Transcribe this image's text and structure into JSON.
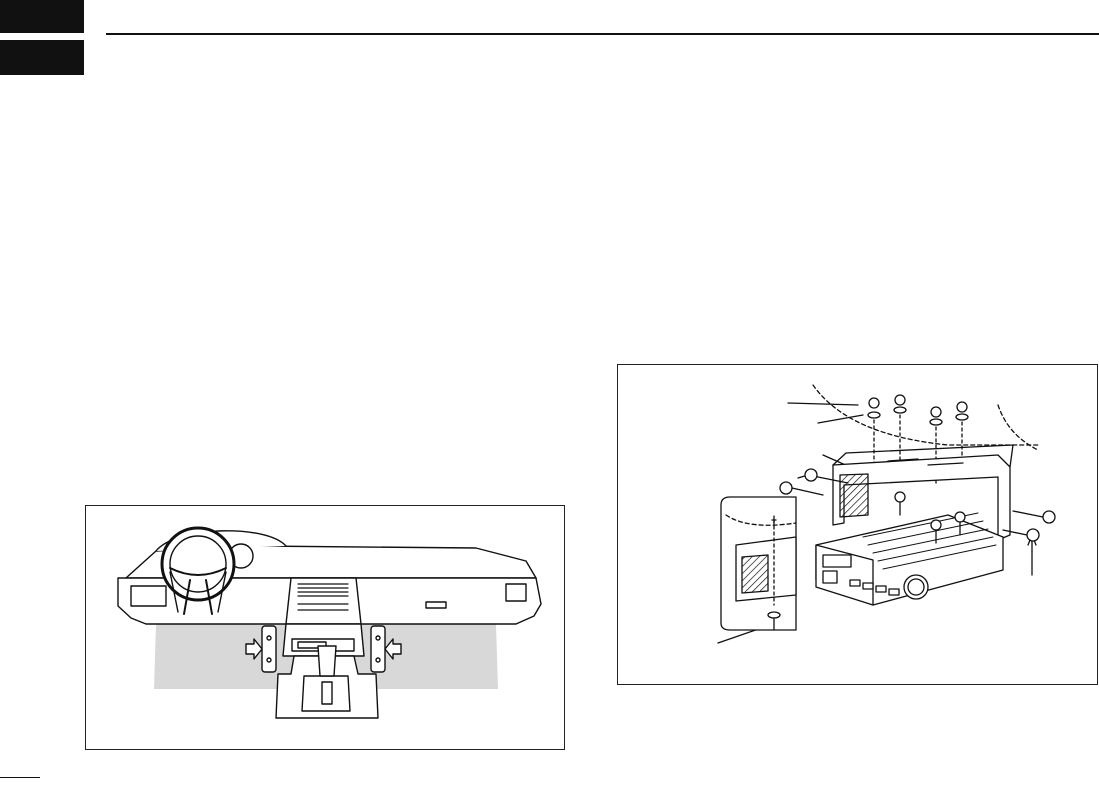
{
  "page": {
    "section_tabs": [
      "section-tab-1",
      "section-tab-2"
    ],
    "rule_color": "#111111"
  },
  "figures": {
    "dashboard_location": {
      "icon": "dashboard-illustration",
      "mount_zone_color": "#d8d8d8"
    },
    "bracket_assembly": {
      "icon": "mounting-bracket-exploded-illustration"
    }
  }
}
